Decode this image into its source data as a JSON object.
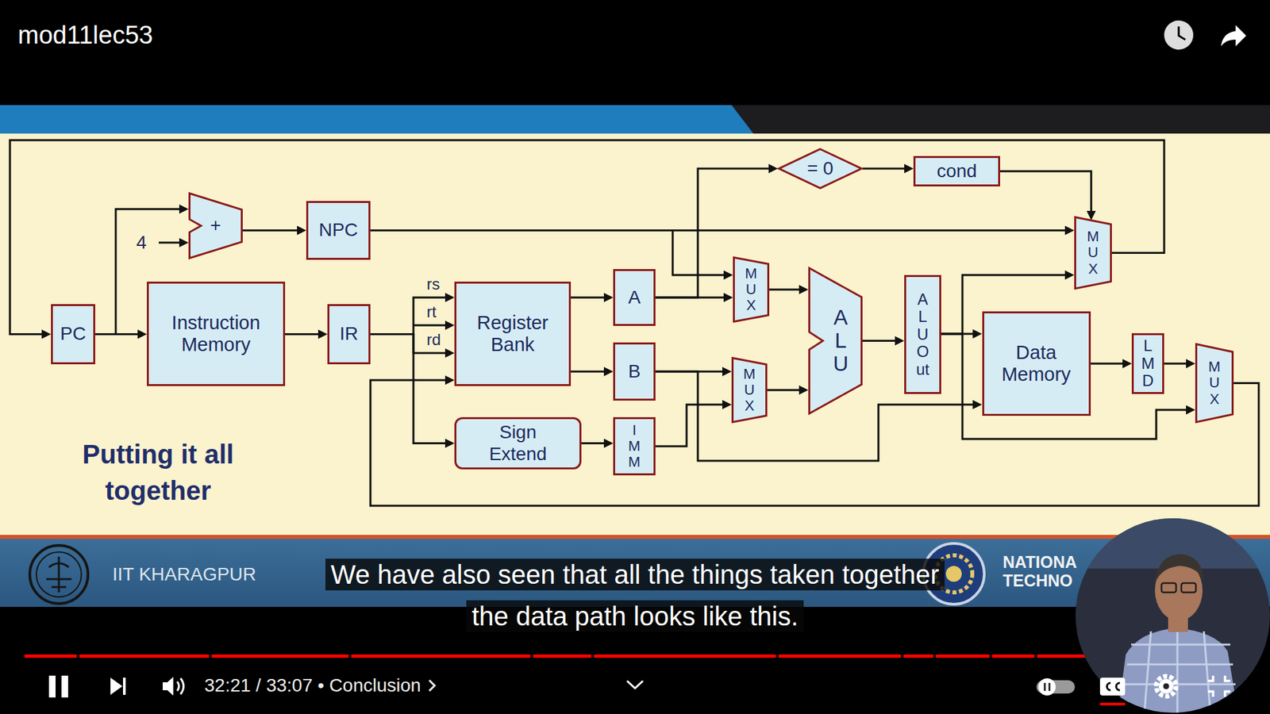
{
  "diagram": {
    "title": "Putting it all together",
    "nodes": [
      {
        "text": [
          "PC"
        ]
      },
      {
        "text": [
          "+"
        ]
      },
      {
        "text": [
          "Instruction Memory"
        ]
      },
      {
        "text": [
          "NPC"
        ]
      },
      {
        "text": [
          "IR"
        ]
      },
      {
        "text": [
          "Register Bank"
        ]
      },
      {
        "text": [
          "Sign Extend"
        ]
      },
      {
        "text": [
          "A"
        ]
      },
      {
        "text": [
          "B"
        ]
      },
      {
        "text": [
          "IMM"
        ]
      },
      {
        "text": [
          "= 0"
        ]
      },
      {
        "text": [
          "cond"
        ]
      },
      {
        "text": [
          "MUX"
        ]
      },
      {
        "text": [
          "MUX"
        ]
      },
      {
        "text": [
          "ALU"
        ]
      },
      {
        "text": [
          "ALUOut"
        ]
      },
      {
        "text": [
          "MUX"
        ]
      },
      {
        "text": [
          "Data Memory"
        ]
      },
      {
        "text": [
          "LMD"
        ]
      },
      {
        "text": [
          "MUX"
        ]
      }
    ],
    "edges": [
      {
        "from": 0,
        "to": 2,
        "arrow": "to"
      },
      {
        "from": 0,
        "to": 1,
        "arrow": "to"
      },
      {
        "from": 1,
        "to": 3,
        "arrow": "to"
      },
      {
        "from": 2,
        "to": 4,
        "arrow": "to"
      },
      {
        "from": 4,
        "to": 5,
        "arrow": "to"
      },
      {
        "from": 4,
        "to": 6,
        "arrow": "to"
      },
      {
        "from": 5,
        "to": 7,
        "arrow": "to"
      },
      {
        "from": 5,
        "to": 8,
        "arrow": "to"
      },
      {
        "from": 6,
        "to": 9,
        "arrow": "to"
      },
      {
        "from": 3,
        "to": 16,
        "arrow": "to"
      },
      {
        "from": 3,
        "to": 12,
        "arrow": "to"
      },
      {
        "from": 7,
        "to": 12,
        "arrow": "to"
      },
      {
        "from": 7,
        "to": 10,
        "arrow": "to"
      },
      {
        "from": 10,
        "to": 11,
        "arrow": "to"
      },
      {
        "from": 11,
        "to": 16,
        "arrow": "to"
      },
      {
        "from": 8,
        "to": 13,
        "arrow": "to"
      },
      {
        "from": 9,
        "to": 13,
        "arrow": "to"
      },
      {
        "from": 8,
        "to": 17,
        "arrow": "to"
      },
      {
        "from": 12,
        "to": 14,
        "arrow": "to"
      },
      {
        "from": 13,
        "to": 14,
        "arrow": "to"
      },
      {
        "from": 14,
        "to": 15,
        "arrow": "to"
      },
      {
        "from": 15,
        "to": 17,
        "arrow": "to"
      },
      {
        "from": 15,
        "to": 16,
        "arrow": "to"
      },
      {
        "from": 15,
        "to": 19,
        "arrow": "to"
      },
      {
        "from": 17,
        "to": 18,
        "arrow": "to"
      },
      {
        "from": 18,
        "to": 19,
        "arrow": "to"
      },
      {
        "from": 16,
        "to": 0,
        "arrow": "to"
      },
      {
        "from": 19,
        "to": 5,
        "arrow": "to"
      }
    ],
    "labels": [
      "mod11lec53",
      "4",
      "rs",
      "rt",
      "rd",
      "IIT KHARAGPUR",
      "NATIONA",
      "TECHNO",
      "We have also seen that all the things taken together the data path looks like this.",
      "32:21 / 33:07 • Conclusion"
    ]
  }
}
